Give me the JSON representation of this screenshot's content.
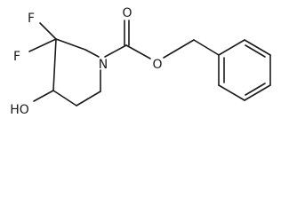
{
  "molecule": {
    "atoms": {
      "fluorine_top": "F",
      "fluorine_left": "F",
      "nitrogen": "N",
      "carbonyl_oxygen": "O",
      "ester_oxygen": "O",
      "hydroxyl": "HO"
    }
  }
}
